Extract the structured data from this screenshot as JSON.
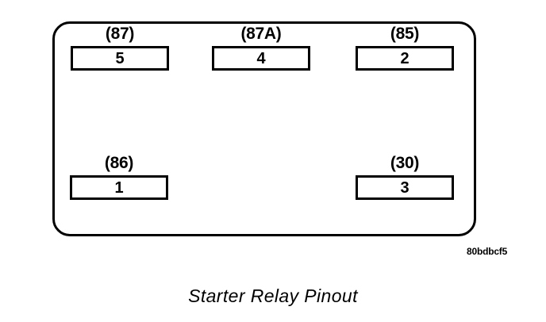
{
  "diagram": {
    "caption": "Starter Relay Pinout",
    "watermark": "80bdbcf5",
    "colors": {
      "stroke": "#000000",
      "background": "#ffffff"
    },
    "terminals": [
      {
        "label": "(87)",
        "pin": "5",
        "row": "top",
        "position": "left"
      },
      {
        "label": "(87A)",
        "pin": "4",
        "row": "top",
        "position": "center"
      },
      {
        "label": "(85)",
        "pin": "2",
        "row": "top",
        "position": "right"
      },
      {
        "label": "(86)",
        "pin": "1",
        "row": "bottom",
        "position": "left"
      },
      {
        "label": "(30)",
        "pin": "3",
        "row": "bottom",
        "position": "right"
      }
    ]
  }
}
